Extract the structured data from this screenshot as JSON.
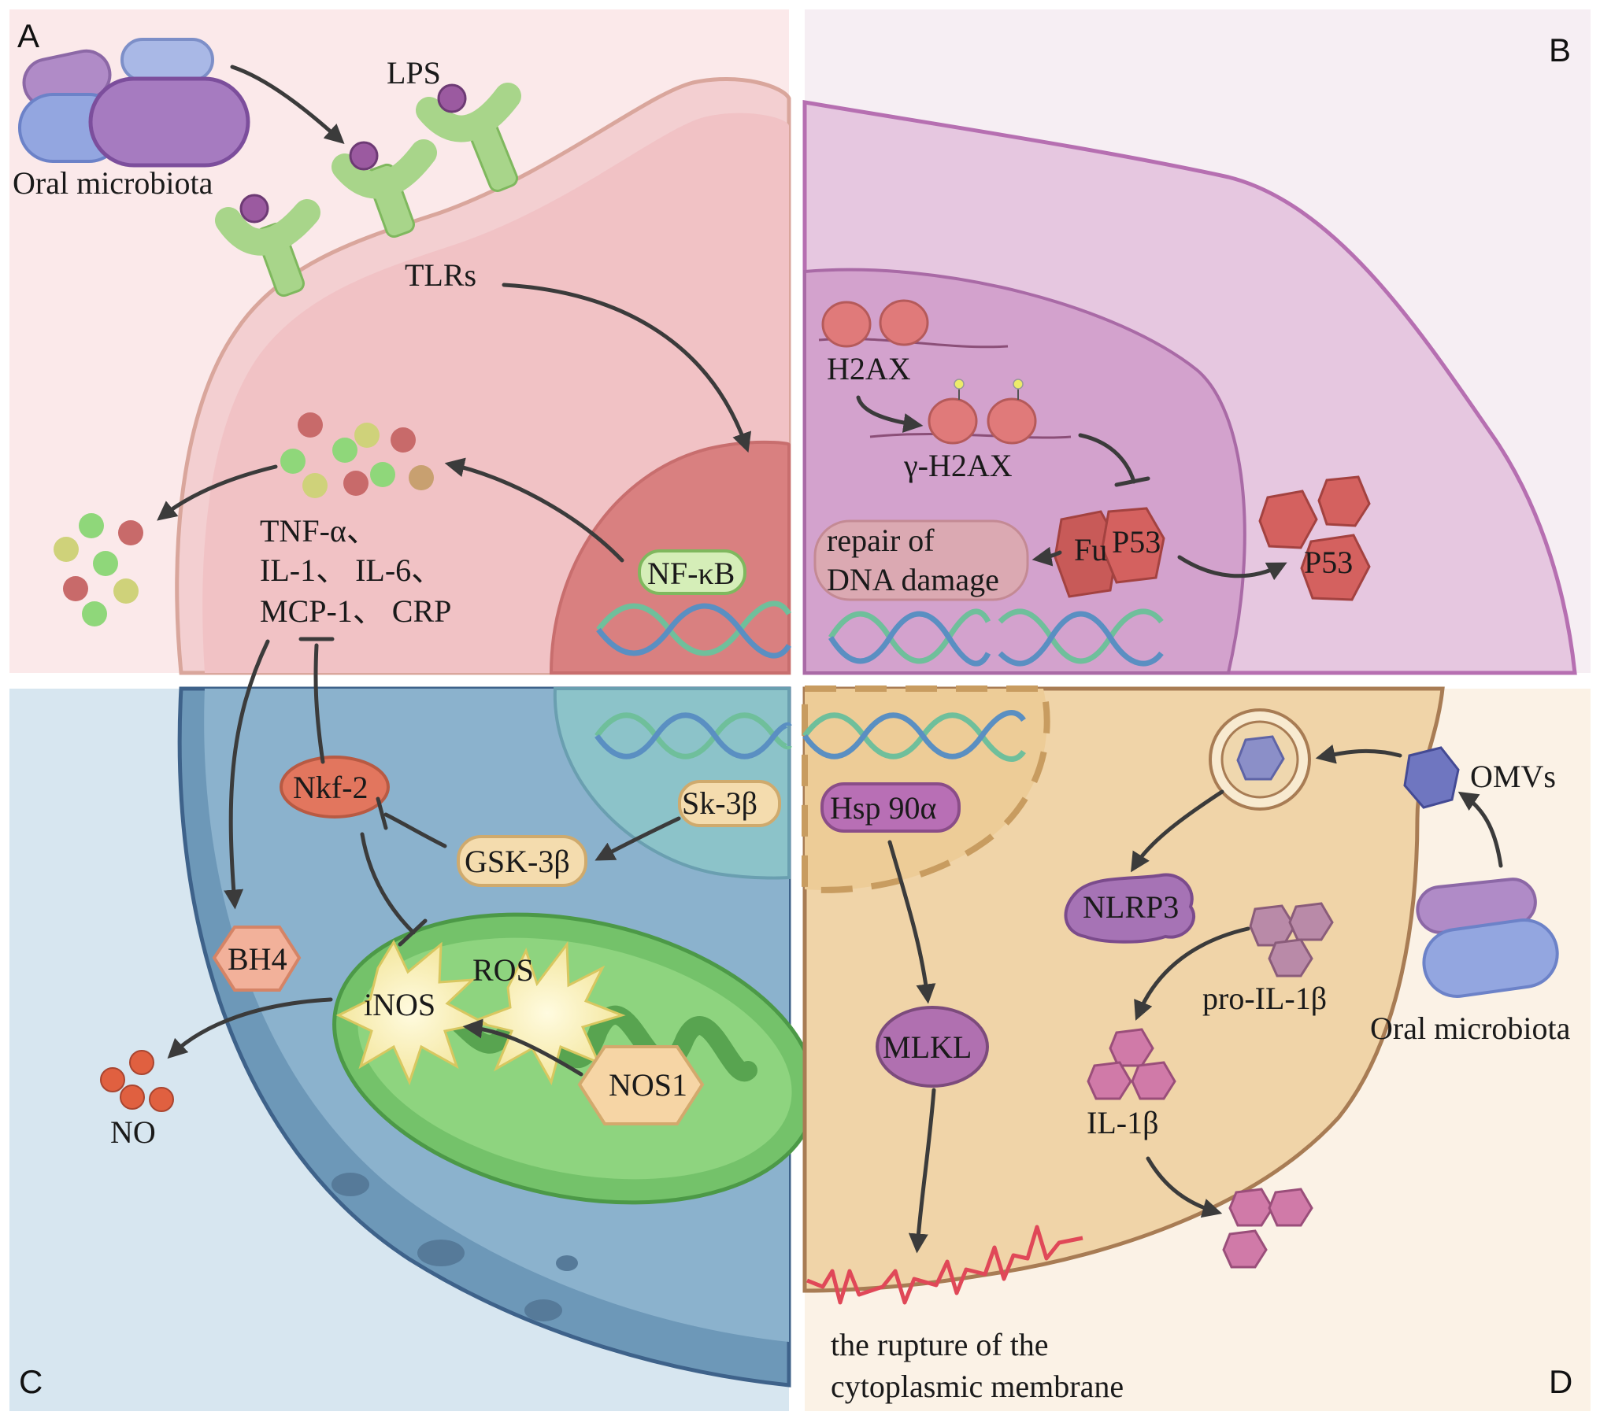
{
  "panels": {
    "a": {
      "letter": "A",
      "oral_microbiota": "Oral microbiota",
      "lps": "LPS",
      "tlrs": "TLRs",
      "cytokines_line1": "TNF-α、",
      "cytokines_line2": "IL-1、 IL-6、",
      "cytokines_line3": "MCP-1、 CRP",
      "nfkb": "NF-κB"
    },
    "b": {
      "letter": "B",
      "h2ax": "H2AX",
      "gamma_h2ax": "γ-H2AX",
      "repair_line1": "repair of",
      "repair_line2": "DNA damage",
      "fu": "Fu",
      "p53_bound": "P53",
      "p53_free": "P53"
    },
    "c": {
      "letter": "C",
      "nkf2": "Nkf-2",
      "sk3b": "Sk-3β",
      "gsk3b": "GSK-3β",
      "bh4": "BH4",
      "ros": "ROS",
      "inos": "iNOS",
      "nos1": "NOS1",
      "no": "NO"
    },
    "d": {
      "letter": "D",
      "hsp90a": "Hsp 90α",
      "omvs": "OMVs",
      "nlrp3": "NLRP3",
      "pro_il1b": "pro-IL-1β",
      "il1b": "IL-1β",
      "mlkl": "MLKL",
      "oral_microbiota": "Oral microbiota",
      "rupture_line1": "the rupture of the",
      "rupture_line2": "cytoplasmic membrane"
    }
  },
  "colors": {
    "panel_a_bg": "#fbe9ea",
    "panel_b_bg": "#f6eef3",
    "panel_c_bg": "#d7e6f0",
    "panel_d_bg": "#fbf2e6",
    "tlr_green": "#a8d58a",
    "lps_purple": "#9b5aa0",
    "cytokine_green": "#8fd77a",
    "cytokine_red": "#c86a6a",
    "cytokine_olive": "#cfd27a",
    "p53_red": "#d4615f",
    "il1b_pink": "#c86a98",
    "nkf2_orange": "#e2765e",
    "gsk_yellow": "#f4dcae",
    "mito_green": "#74c26a",
    "mlkl_purple": "#b070b0",
    "membrane_red": "#e04858"
  }
}
